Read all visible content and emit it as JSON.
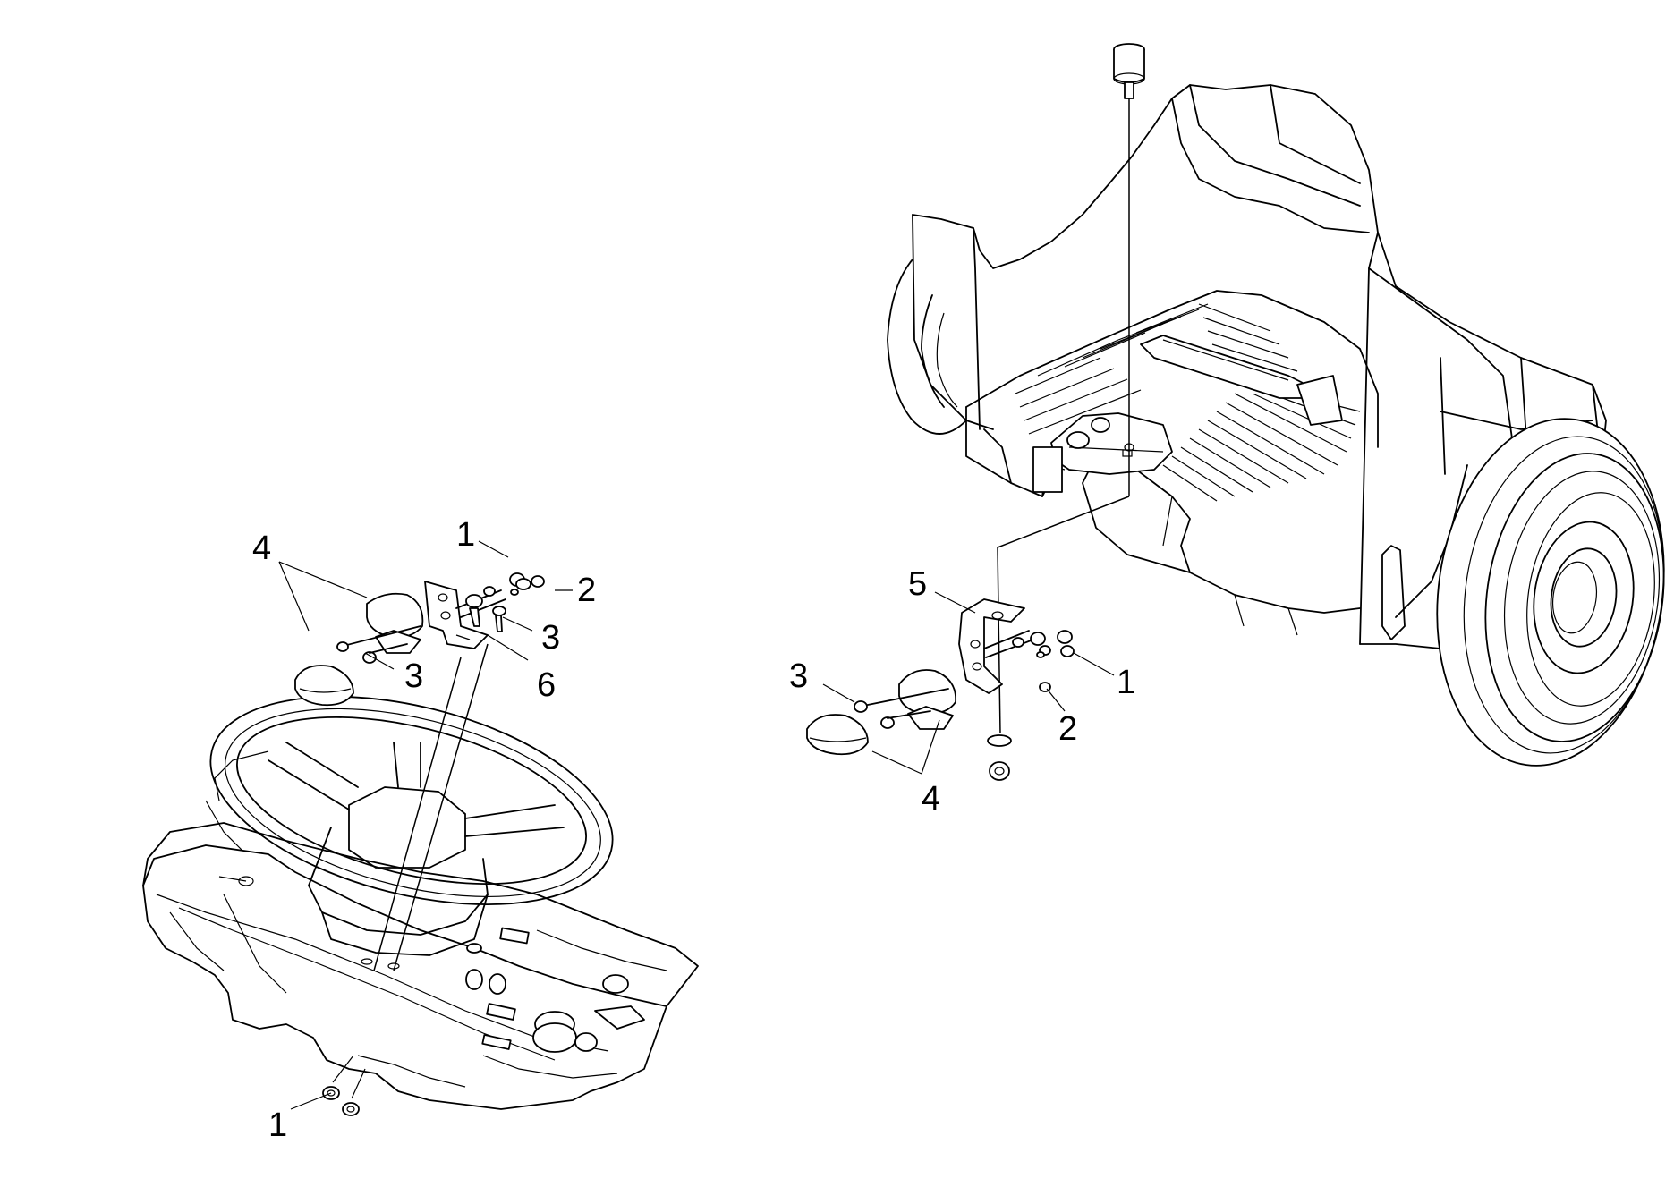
{
  "callouts": {
    "left_1_top": "1",
    "left_2": "2",
    "left_3_right": "3",
    "left_3_bottom": "3",
    "left_4": "4",
    "left_6": "6",
    "left_1_bottom": "1",
    "right_5": "5",
    "right_3": "3",
    "right_1": "1",
    "right_2": "2",
    "right_4": "4"
  },
  "colors": {
    "line": "#000000",
    "background": "#ffffff"
  }
}
